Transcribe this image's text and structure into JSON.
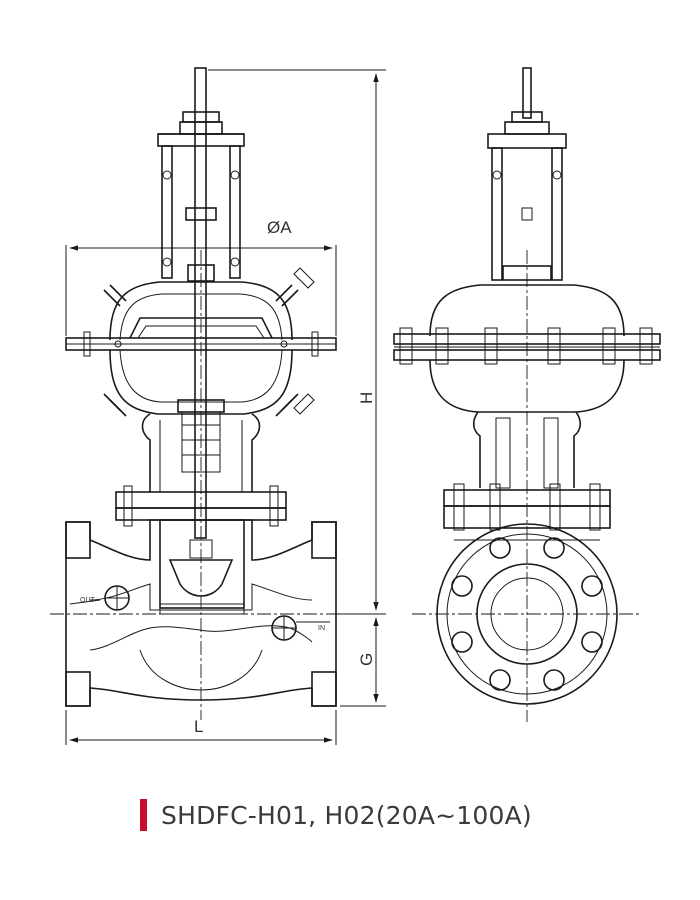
{
  "dimensions": {
    "diameter_label": "ØA",
    "height_label": "H",
    "centerline_height_label": "G",
    "length_label": "L"
  },
  "ports": {
    "outlet_label": "OUT",
    "inlet_label": "IN"
  },
  "caption": {
    "text": "SHDFC-H01, H02(20A~100A)",
    "accent_color": "#c8102e"
  },
  "colors": {
    "line": "#1a1a1a"
  }
}
